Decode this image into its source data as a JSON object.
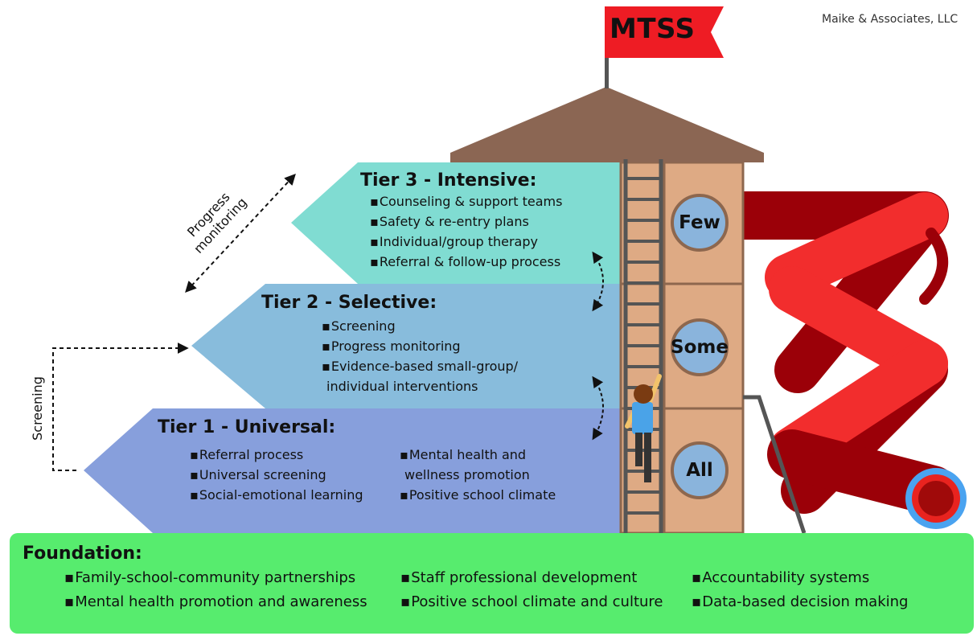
{
  "credit": "Maike & Associates, LLC",
  "flag": {
    "label": "MTSS",
    "color": "#ee1c24"
  },
  "side_labels": {
    "progress_line1": "Progress",
    "progress_line2": "monitoring",
    "screening": "Screening"
  },
  "tiers": {
    "tier3": {
      "title": "Tier 3 - Intensive:",
      "color": "#80dcd2",
      "badge": "Few",
      "items": [
        "Counseling & support teams",
        "Safety & re-entry plans",
        "Individual/group therapy",
        "Referral & follow-up process"
      ]
    },
    "tier2": {
      "title": "Tier 2 - Selective:",
      "color": "#88bcdc",
      "badge": "Some",
      "items": [
        "Screening",
        "Progress monitoring",
        "Evidence-based small-group/",
        "individual interventions"
      ]
    },
    "tier1": {
      "title": "Tier 1 - Universal:",
      "color": "#879fdc",
      "badge": "All",
      "items_left": [
        "Referral process",
        "Universal screening",
        "Social-emotional learning"
      ],
      "items_right": [
        "Mental health and",
        "wellness promotion",
        "Positive school climate"
      ]
    }
  },
  "foundation": {
    "title": "Foundation:",
    "color": "#57ec6e",
    "col1": [
      "Family-school-community partnerships",
      "Mental health promotion and awareness"
    ],
    "col2": [
      "Staff professional development",
      "Positive school climate and culture"
    ],
    "col3": [
      "Accountability systems",
      "Data-based decision making"
    ]
  }
}
